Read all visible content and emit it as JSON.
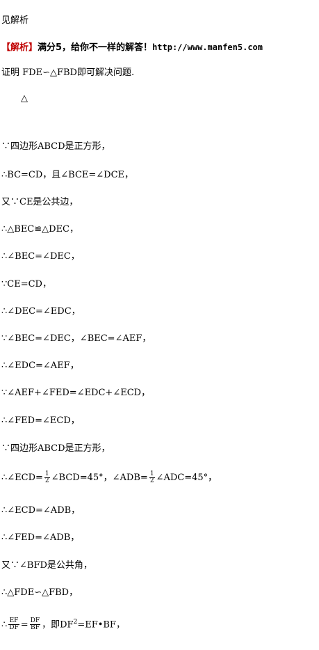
{
  "header": "见解析",
  "promo": {
    "tag": "【解析】",
    "text": "满分5，给你不一样的解答！",
    "url": "http://www.manfen5.com"
  },
  "lines": {
    "l01": "证明  FDE∽△FBD即可解决问题.",
    "l02": "△",
    "l03": "∵四边形ABCD是正方形，",
    "l04": "∴BC=CD，且∠BCE=∠DCE，",
    "l05": "又∵CE是公共边，",
    "l06": "∴△BEC≌△DEC，",
    "l07": "∴∠BEC=∠DEC，",
    "l08": "∵CE=CD，",
    "l09": "∴∠DEC=∠EDC，",
    "l10": "∵∠BEC=∠DEC，∠BEC=∠AEF，",
    "l11": "∴∠EDC=∠AEF，",
    "l12": "∵∠AEF+∠FED=∠EDC+∠ECD，",
    "l13": "∴∠FED=∠ECD，",
    "l14": "∵四边形ABCD是正方形，",
    "l15a": "∴∠ECD=",
    "l15b": "∠BCD=45°，∠ADB=",
    "l15c": "∠ADC=45°，",
    "l16": "∴∠ECD=∠ADB，",
    "l17": "∴∠FED=∠ADB，",
    "l18": "又∵∠BFD是公共角，",
    "l19": "∴△FDE∽△FBD，",
    "l20a": "∴",
    "l20b": "=",
    "l20c": "，即DF",
    "l20d": "2",
    "l20e": "=EF•BF，"
  },
  "fractions": {
    "half_num": "1",
    "half_den": "2",
    "ef_num": "EF",
    "ef_den": "DF",
    "df_num": "DF",
    "df_den": "BF"
  }
}
